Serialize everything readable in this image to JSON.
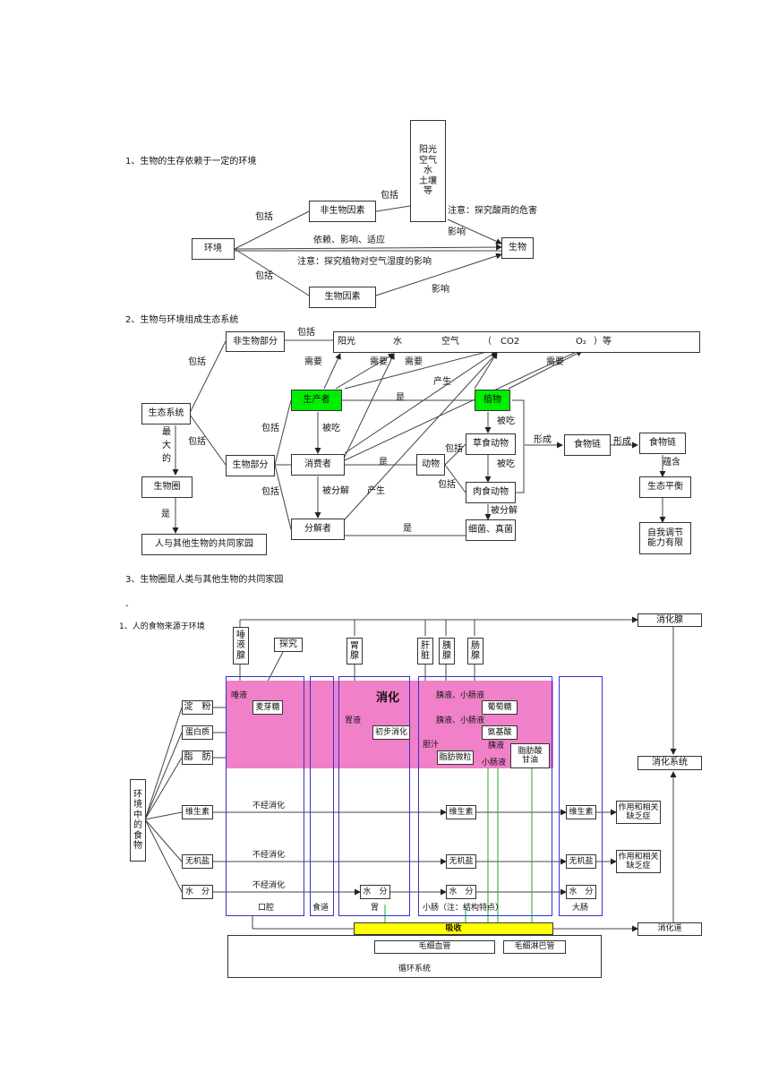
{
  "s1": {
    "heading": "1、生物的生存依赖于一定的环境",
    "env": "环境",
    "abiotic": "非生物因素",
    "biotic": "生物因素",
    "organism": "生物",
    "factors": [
      "阳光",
      "空气",
      "水",
      "土壤",
      "等"
    ],
    "include1": "包括",
    "include2": "包括",
    "include3": "包括",
    "rel": "依赖、影响、适应",
    "note1": "注意：探究酸雨的危害",
    "note2": "注意：探究植物对空气湿度的影响",
    "affect1": "影响",
    "affect2": "影响"
  },
  "s2": {
    "heading": "2、生物与环境组成生态系统",
    "eco": "生态系统",
    "largest": [
      "最",
      "大",
      "的"
    ],
    "biosphere": "生物圈",
    "is": "是",
    "home": "人与其他生物的共同家园",
    "abiotic_part": "非生物部分",
    "biotic_part": "生物部分",
    "include_a": "包括",
    "include_b": "包括",
    "include_c": "包括",
    "include_d": "包括",
    "include_e": "包括",
    "include_f": "包括",
    "resources": {
      "sun": "阳光",
      "water": "水",
      "air": "空气",
      "lp": "（",
      "co2": "CO2",
      "o2": "O₂",
      "rp": "）等"
    },
    "need": "需要",
    "producer": "生产者",
    "consumer": "消费者",
    "decomposer": "分解者",
    "plant": "植物",
    "animal": "动物",
    "herbivore": "草食动物",
    "carnivore": "肉食动物",
    "bacteria": "细菌、真菌",
    "eaten": "被吃",
    "decomposed": "被分解",
    "produce": "产生",
    "form": "形成",
    "food_chain": "食物链",
    "food_web": "食物链",
    "contain": "蕴含",
    "balance": "生态平衡",
    "self_reg": [
      "自我调节",
      "能力有限"
    ]
  },
  "s3": {
    "heading": "3、生物圈是人类与其他生物的共同家园"
  },
  "s4": {
    "dot": "-",
    "heading": "1、人的食物来源于环境",
    "env_food": [
      "环",
      "境",
      "中",
      "的",
      "食",
      "物"
    ],
    "foods": [
      "淀　粉",
      "蛋白质",
      "脂　肪",
      "维生素",
      "无机盐",
      "水　分"
    ],
    "saliva_gland": [
      "唾",
      "液",
      "腺"
    ],
    "stomach_gland": [
      "胃",
      "腺"
    ],
    "liver": [
      "肝",
      "脏"
    ],
    "pancreas": [
      "胰",
      "腺"
    ],
    "intestinal_gland": [
      "肠",
      "腺"
    ],
    "explore": "探究",
    "saliva": "唾液",
    "maltose": "麦芽糖",
    "digest": "消化",
    "gastric": "胃液",
    "initial": "初步消化",
    "pj1": "胰液、小肠液",
    "pj2": "胰液、小肠液",
    "glucose": "葡萄糖",
    "amino": "氨基酸",
    "bile": "胆汁",
    "fat_drops": "脂肪微粒",
    "pj3": "胰液",
    "ij3": "小肠液",
    "fatty": [
      "脂肪酸",
      "甘油"
    ],
    "undigested": "不经消化",
    "vitamin": "维生素",
    "mineral": "无机盐",
    "water": "水　分",
    "mouth": "口腔",
    "esophagus": "食道",
    "stomach": "胃",
    "small_int": "小肠（注：结构特点）",
    "large_int": "大肠",
    "absorb": "吸收",
    "capillary": "毛细血管",
    "lymph": "毛细淋巴管",
    "circulation": "循环系统",
    "role1": [
      "作用和相关",
      "缺乏症"
    ],
    "role2": [
      "作用和相关",
      "缺乏症"
    ],
    "gland_box": "消化腺",
    "system_box": "消化系统",
    "tract_box": "消化道"
  },
  "colors": {
    "pink": "#f080c8",
    "green": "#00ee00",
    "yellow": "#ffff00",
    "column": "#3333cc",
    "arrow_green": "#22aa22"
  }
}
